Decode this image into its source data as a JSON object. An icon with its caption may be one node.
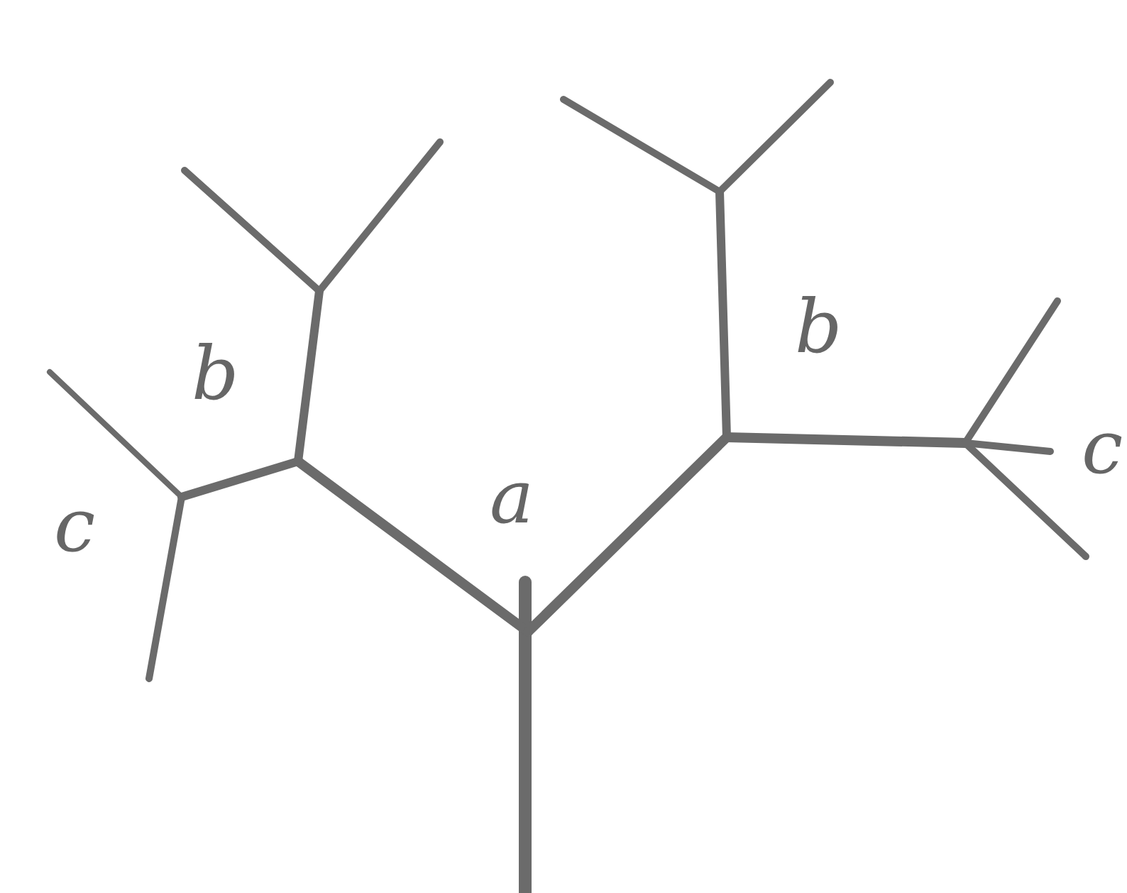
{
  "diagram": {
    "labels": [
      "b",
      "b",
      "a",
      "c",
      "c"
    ]
  }
}
